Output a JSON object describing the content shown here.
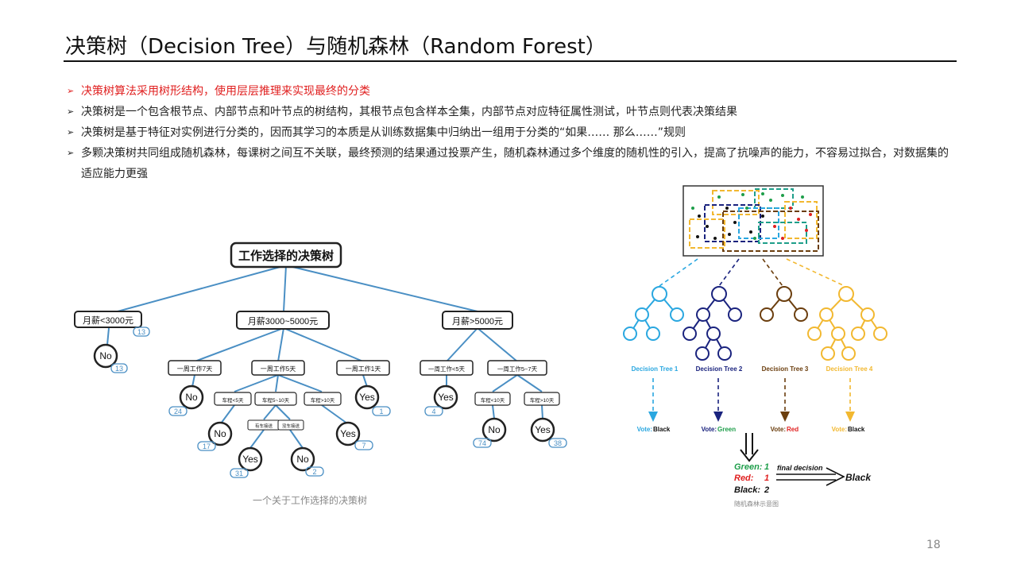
{
  "slide": {
    "title": "决策树（Decision Tree）与随机森林（Random Forest）",
    "page_number": "18"
  },
  "bullets": [
    {
      "text": "决策树算法采用树形结构，使用层层推理来实现最终的分类",
      "highlight": true
    },
    {
      "text": "决策树是一个包含根节点、内部节点和叶节点的树结构，其根节点包含样本全集，内部节点对应特征属性测试，叶节点则代表决策结果",
      "highlight": false
    },
    {
      "text": "决策树是基于特征对实例进行分类的，因而其学习的本质是从训练数据集中归纳出一组用于分类的“如果…… 那么……”规则",
      "highlight": false
    },
    {
      "text": "多颗决策树共同组成随机森林，每课树之间互不关联，最终预测的结果通过投票产生，随机森林通过多个维度的随机性的引入，提高了抗噪声的能力，不容易过拟合，对数据集的适应能力更强",
      "highlight": false
    }
  ],
  "decision_tree": {
    "root": "工作选择的决策树",
    "salary_low": "月薪<3000元",
    "salary_mid": "月薪3000~5000元",
    "salary_high": "月薪>5000元",
    "week7": "一周工作7天",
    "week5": "一周工作5天",
    "week1": "一周工作1天",
    "week_lt5": "一周工作<5天",
    "week_5to7": "一周工作5~7天",
    "dist_lt5": "车程<5天",
    "dist_5to10": "车程5~10天",
    "dist_gt10": "车程>10天",
    "commute_lt10": "车程<10天",
    "commute_gt10": "车程>10天",
    "small_a": "有车接送",
    "small_b": "没车接送",
    "no": "No",
    "yes": "Yes",
    "counts": [
      "13",
      "13",
      "24",
      "17",
      "31",
      "2",
      "7",
      "1",
      "4",
      "74",
      "38"
    ],
    "caption": "一个关于工作选择的决策树"
  },
  "random_forest": {
    "trees": [
      {
        "name": "Decision Tree 1",
        "vote": "Black",
        "color": "#2aa7e0",
        "vote_color": "#111111"
      },
      {
        "name": "Decision Tree 2",
        "vote": "Green",
        "color": "#1a237e",
        "vote_color": "#1e9e4a"
      },
      {
        "name": "Decision Tree 3",
        "vote": "Red",
        "color": "#6b3e0e",
        "vote_color": "#e02020"
      },
      {
        "name": "Decision Tree 4",
        "vote": "Black",
        "color": "#f2b830",
        "vote_color": "#111111"
      }
    ],
    "vote_prefix": "Vote:",
    "tally": {
      "green_label": "Green:",
      "green_count": "1",
      "red_label": "Red:",
      "red_count": "1",
      "black_label": "Black:",
      "black_count": "2"
    },
    "final_label": "final decision",
    "final_result": "Black",
    "caption": "随机森林示意图"
  }
}
